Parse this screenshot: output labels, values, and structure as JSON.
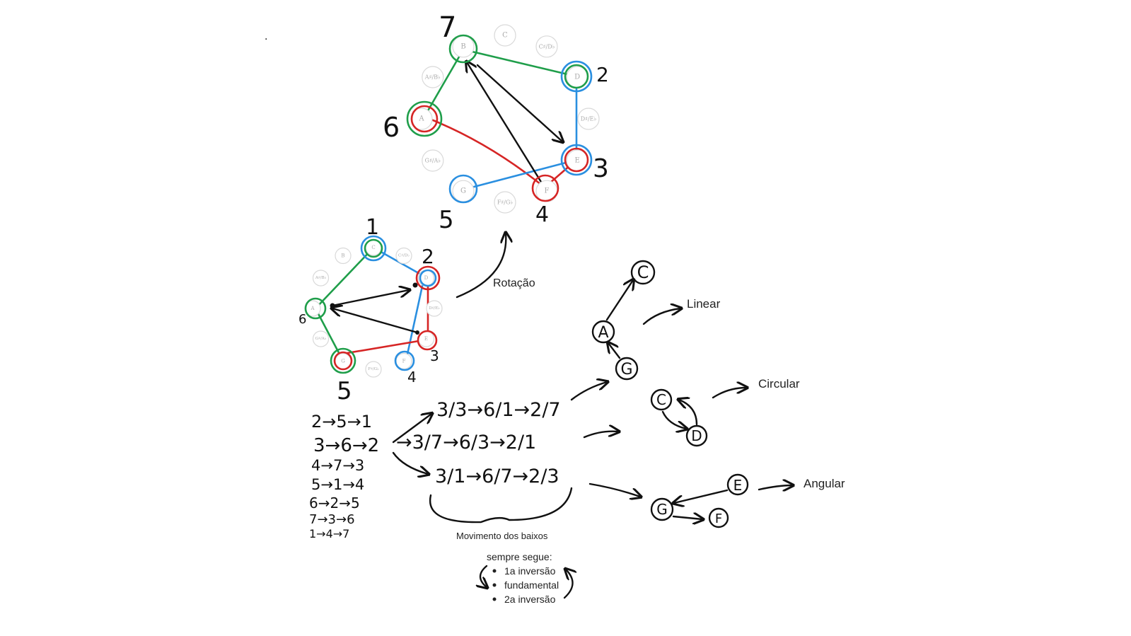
{
  "circle_large": {
    "notes": [
      "C",
      "C♯/D♭",
      "D",
      "D♯/E♭",
      "E",
      "F",
      "F♯/G♭",
      "G",
      "G♯/A♭",
      "A",
      "A♯/B♭",
      "B"
    ],
    "degree_labels": {
      "B": "7",
      "D": "2",
      "E": "3",
      "F": "4",
      "G": "5",
      "A": "6"
    }
  },
  "circle_small": {
    "notes": [
      "C",
      "C♯/D♭",
      "D",
      "D♯/E♭",
      "E",
      "F",
      "F♯/G♭",
      "G",
      "G♯/A♭",
      "A",
      "A♯/B♭",
      "B"
    ],
    "degree_labels": {
      "C": "1",
      "D": "2",
      "E": "3",
      "F": "4",
      "G": "5",
      "A": "6"
    }
  },
  "rotation_label": "Rotação",
  "progression_list": [
    "2→5→1",
    "3→6→2",
    "4→7→3",
    "5→1→4",
    "6→2→5",
    "7→3→6",
    "1→4→7"
  ],
  "inversion_rows": [
    "3/3→6/1→2/7",
    "→3/7→6/3→2/1",
    "3/1→6/7→2/3"
  ],
  "bass_caption": "Movimento dos baixos",
  "movement_types": {
    "linear": {
      "label": "Linear",
      "nodes": [
        "C",
        "A",
        "G"
      ]
    },
    "circular": {
      "label": "Circular",
      "nodes": [
        "C",
        "D"
      ]
    },
    "angular": {
      "label": "Angular",
      "nodes": [
        "E",
        "G",
        "F"
      ]
    }
  },
  "rule": {
    "title": "sempre segue:",
    "items": [
      "1a inversão",
      "fundamental",
      "2a inversão"
    ]
  },
  "dot": "."
}
